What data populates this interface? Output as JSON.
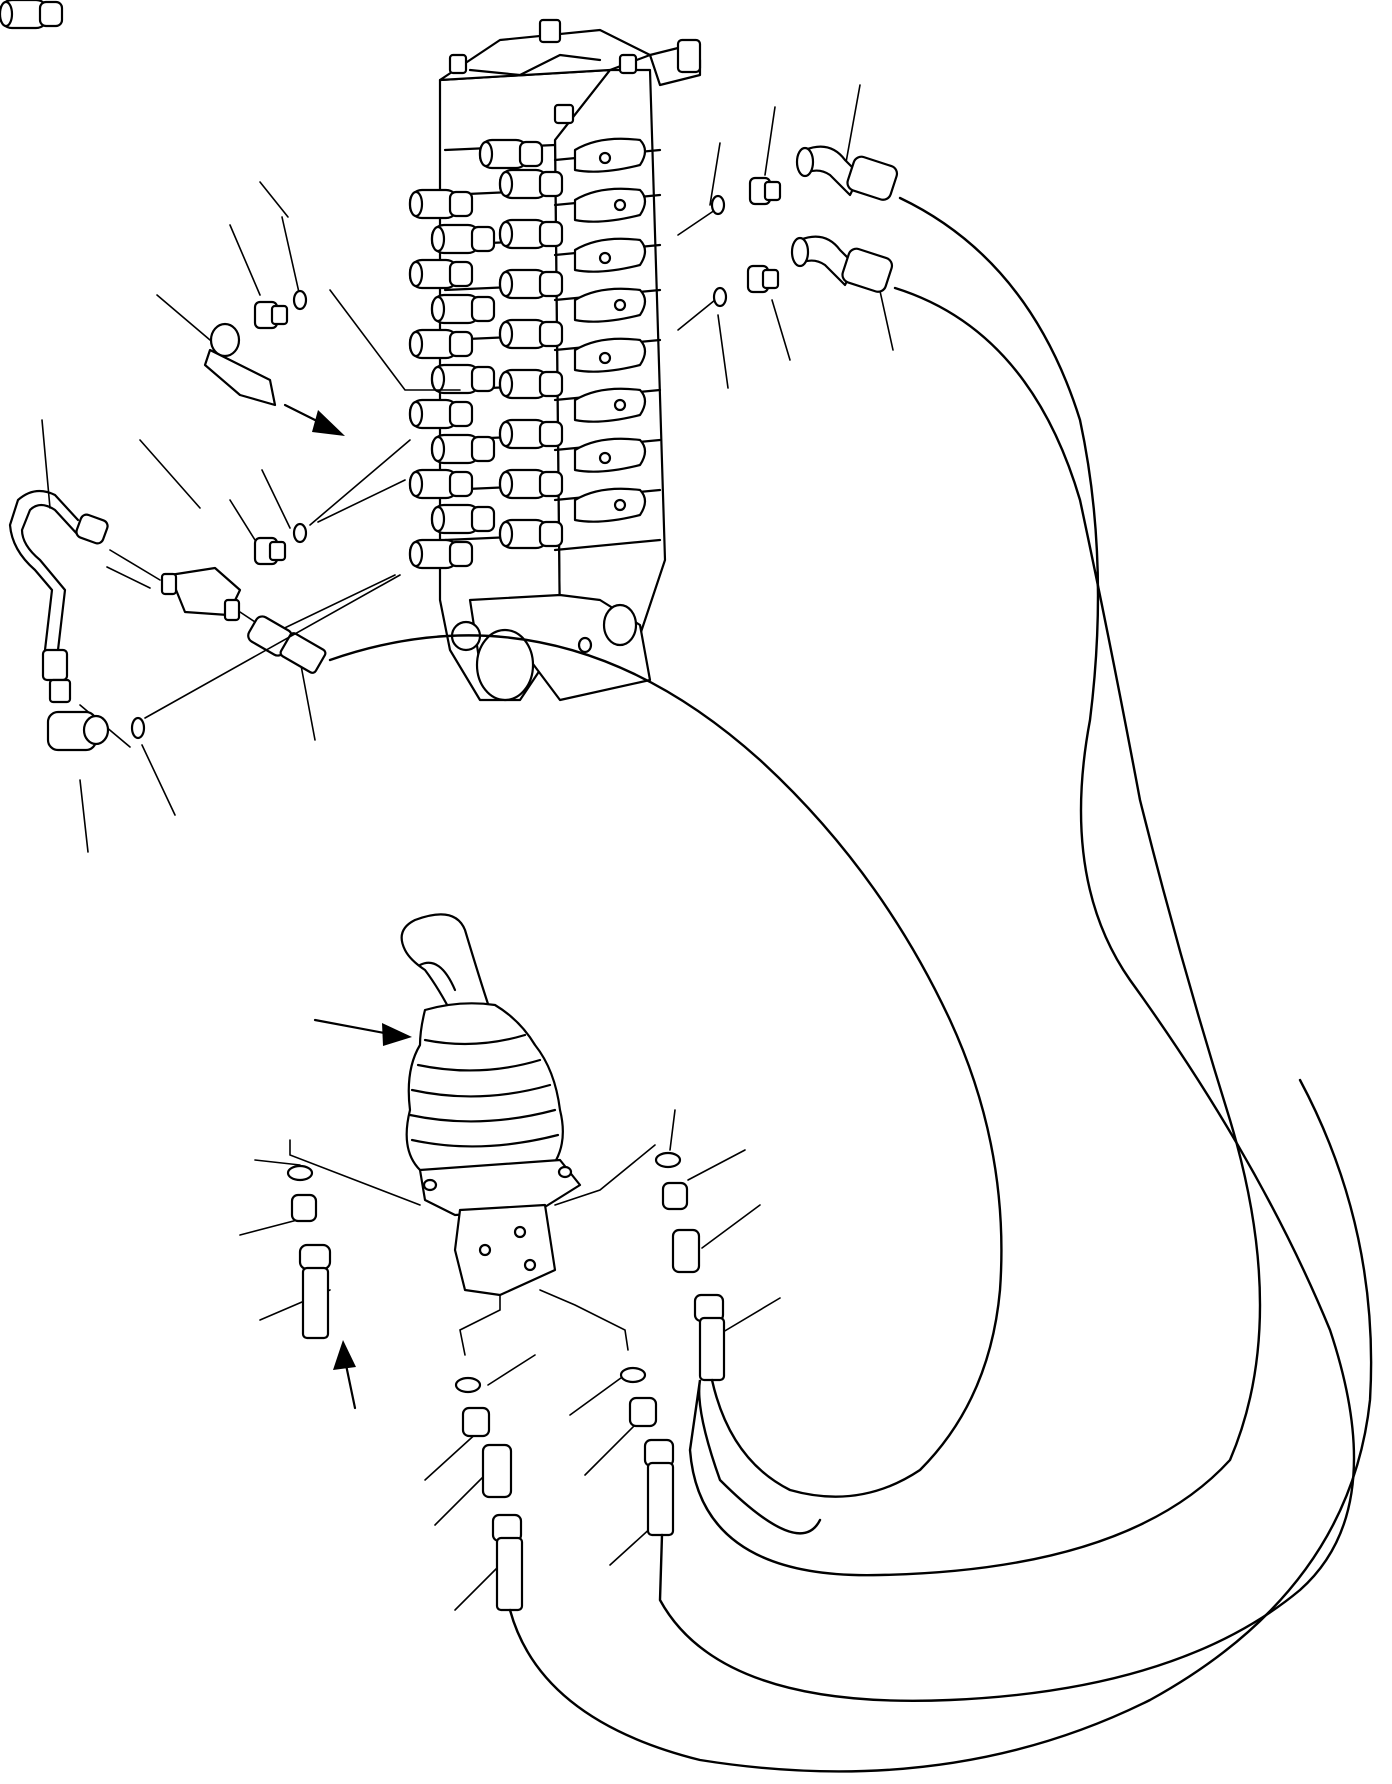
{
  "figure": {
    "kind": "exploded-parts-diagram",
    "background": "#ffffff",
    "line_color": "#000000"
  },
  "components": [
    {
      "name": "control-valve",
      "icon": "valve-block-icon"
    },
    {
      "name": "joystick-control-lever",
      "icon": "joystick-icon"
    },
    {
      "name": "pilot-hoses",
      "icon": "hose-icon"
    },
    {
      "name": "elbow-fittings",
      "icon": "elbow-fitting-icon"
    },
    {
      "name": "adapters",
      "icon": "adapter-icon"
    },
    {
      "name": "o-rings",
      "icon": "o-ring-icon"
    },
    {
      "name": "tee-fitting",
      "icon": "tee-fitting-icon"
    },
    {
      "name": "steel-tube",
      "icon": "tube-icon"
    }
  ]
}
